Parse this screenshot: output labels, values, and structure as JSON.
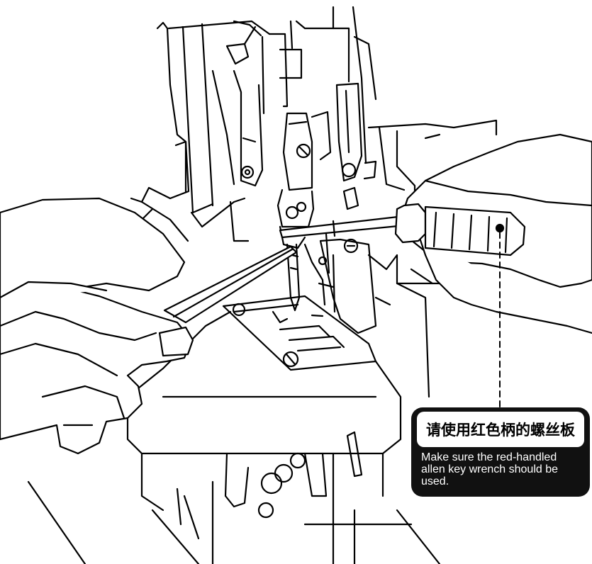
{
  "callout": {
    "title_zh": "请使用红色柄的螺丝板",
    "text_en": "Make sure the red-handled allen key wrench should be used."
  },
  "colors": {
    "line": "#000000",
    "background": "#ffffff",
    "callout_fill": "#111111",
    "callout_title_fill": "#ffffff"
  },
  "illustration": {
    "subject": "sewing machine needle bar assembly with tweezers and red-handled allen key"
  }
}
